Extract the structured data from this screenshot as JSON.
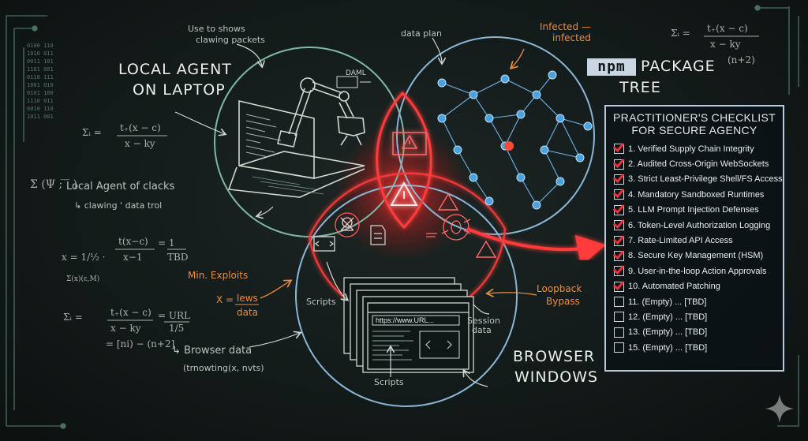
{
  "labels": {
    "local_agent_1": "LOCAL AGENT",
    "local_agent_2": "ON LAPTOP",
    "package_tree_1": "PACKAGE",
    "package_tree_2": "TREE",
    "npm": "npm",
    "browser_1": "BROWSER",
    "browser_2": "WINDOWS"
  },
  "notes": {
    "use_to_shows_1": "Use to shows",
    "use_to_shows_2": "clawing packets",
    "data_plan": "data plan",
    "infected_1": "Infected —",
    "infected_2": "infected",
    "min_exploits": "Min. Exploits",
    "x_lews": "X =",
    "lews": "lews",
    "lews_data": "data",
    "loopback_1": "Loopback",
    "loopback_2": "Bypass",
    "scripts_top": "Scripts",
    "scripts_bottom": "Scripts",
    "session_1": "Session",
    "session_2": "data",
    "browser_url": "https://www.URL...",
    "local_agent_of_clacks": "Local Agent of clacks",
    "clawing_data_trol": "↳ clawing ' data trol",
    "browser_data": "↳ Browser data",
    "trnowting": "(trnowting(x, nvts)",
    "data_label": "DAML"
  },
  "math": {
    "eq1_left": "Σᵢ =",
    "eq1_num": "t₊(x − c)",
    "eq1_den": "x − ky",
    "sum_psi": "Σ (Ψ ; ̅ ̅ )",
    "xfrac": "x = 1/½ ·",
    "xfrac_num": "t(x−c)",
    "xfrac_den": "x−1",
    "eq_1": "= 1",
    "tbd": "TBD",
    "sxm": "Σ(x)(ε,M)",
    "eq2_left": "Σᵢ =",
    "eq2_num": "t₊(x − c)",
    "eq2_den": "x − ky",
    "eq2_url": "= URL",
    "eq2_15": "1/5",
    "eq2_tail": "= [ni) − (n+2]",
    "tr_left": "Σᵢ =",
    "tr_num": "t₊(x − c)",
    "tr_den": "x − ky",
    "tr_tail": "(n+2)"
  },
  "checklist": {
    "title_1": "PRACTITIONER'S CHECKLIST",
    "title_2": "FOR SECURE AGENCY",
    "items": [
      {
        "text": "1. Verified Supply Chain Integrity",
        "checked": true
      },
      {
        "text": "2. Audited Cross-Origin WebSockets",
        "checked": true
      },
      {
        "text": "3. Strict Least-Privilege Shell/FS Access",
        "checked": true
      },
      {
        "text": "4. Mandatory Sandboxed Runtimes",
        "checked": true
      },
      {
        "text": "5. LLM Prompt Injection Defenses",
        "checked": true
      },
      {
        "text": "6. Token-Level Authorization Logging",
        "checked": true
      },
      {
        "text": "7. Rate-Limited API Access",
        "checked": true
      },
      {
        "text": "8. Secure Key Management (HSM)",
        "checked": true
      },
      {
        "text": "9. User-in-the-loop Action Approvals",
        "checked": true
      },
      {
        "text": "10. Automated Patching",
        "checked": true
      },
      {
        "text": "11. (Empty) ... [TBD]",
        "checked": false
      },
      {
        "text": "12. (Empty) ... [TBD]",
        "checked": false
      },
      {
        "text": "13. (Empty) ... [TBD]",
        "checked": false
      },
      {
        "text": "15. (Empty) ... [TBD]",
        "checked": false
      }
    ]
  },
  "colors": {
    "circle_green": "#7fb8a6",
    "circle_blue": "#8ab6d6",
    "alert_red": "#ff3b3b",
    "orange": "#f08a3c",
    "node_blue": "#4aa3e0"
  },
  "icons": [
    "warning-icon",
    "skull-icon",
    "bug-icon",
    "code-icon",
    "robot-arm-icon",
    "laptop-icon",
    "sparkle-icon"
  ]
}
